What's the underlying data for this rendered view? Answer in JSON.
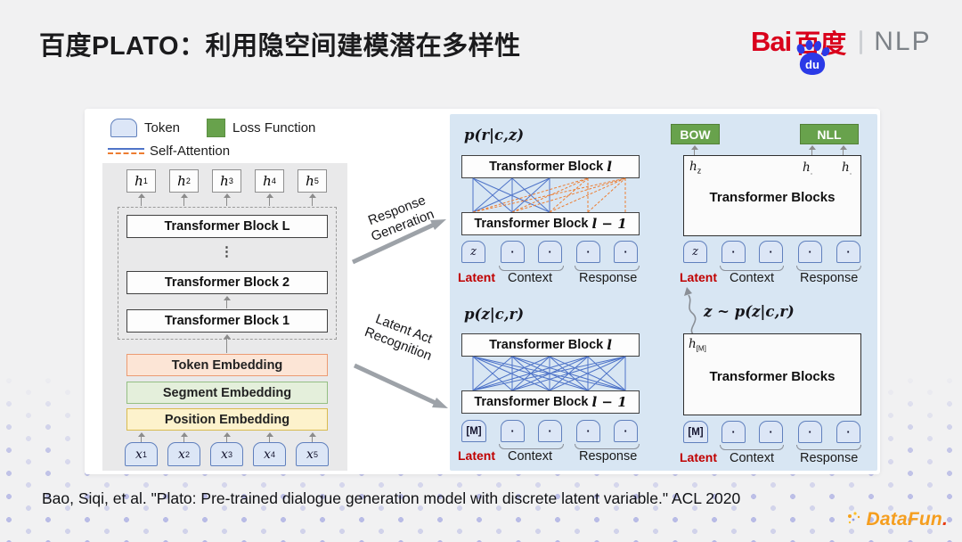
{
  "title": "百度PLATO：利用隐空间建模潜在多样性",
  "brand": {
    "bai": "Bai",
    "du": "du",
    "cn": "百度",
    "divider": "|",
    "dept": "NLP"
  },
  "legend": {
    "token": "Token",
    "loss": "Loss Function",
    "attn": "Self-Attention"
  },
  "encoder": {
    "h": [
      [
        "h",
        "1"
      ],
      [
        "h",
        "2"
      ],
      [
        "h",
        "3"
      ],
      [
        "h",
        "4"
      ],
      [
        "h",
        "5"
      ]
    ],
    "block_L": "Transformer Block L",
    "vdots": "⋮",
    "block_2": "Transformer Block 2",
    "block_1": "Transformer Block 1",
    "emb": [
      "Token Embedding",
      "Segment Embedding",
      "Position Embedding"
    ],
    "x": [
      [
        "x",
        "1"
      ],
      [
        "x",
        "2"
      ],
      [
        "x",
        "3"
      ],
      [
        "x",
        "4"
      ],
      [
        "x",
        "5"
      ]
    ]
  },
  "flows": {
    "gen_line1": "Response",
    "gen_line2": "Generation",
    "recog_line1": "Latent Act",
    "recog_line2": "Recognition"
  },
  "right": {
    "dot": "·",
    "labels": {
      "latent": "Latent",
      "context": "Context",
      "response": "Response"
    },
    "block_prefix": "Transformer Block",
    "var_l": "l",
    "var_l1": "l − 1",
    "blocks_label": "Transformer Blocks",
    "gen": {
      "formula": "p(r|c,z)",
      "latent": "z"
    },
    "gen_out": {
      "bow": "BOW",
      "nll": "NLL",
      "hz": [
        "h",
        "z"
      ],
      "hd": [
        "h",
        "."
      ],
      "latent": "z"
    },
    "recog": {
      "formula": "p(z|c,r)",
      "latent": "[M]"
    },
    "recog_out": {
      "sample": "z ~ p(z|c,r)",
      "hm": [
        "h",
        "[M]"
      ],
      "latent": "[M]"
    }
  },
  "citation": "Bao, Siqi, et al. \"Plato: Pre-trained dialogue generation model with discrete latent variable.\" ACL 2020",
  "footer": {
    "logo_text": "DataFun",
    "logo_dot": "."
  }
}
